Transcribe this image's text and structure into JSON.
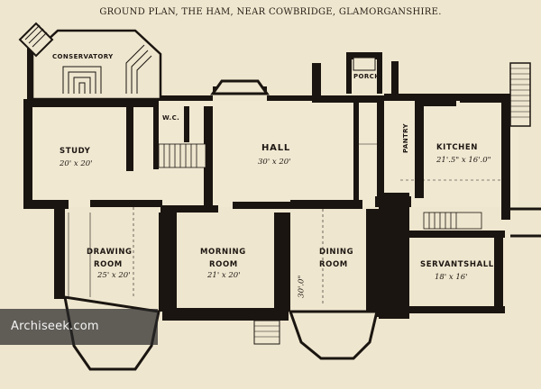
{
  "title": "GROUND PLAN, THE HAM, NEAR COWBRIDGE, GLAMORGANSHIRE.",
  "rooms": {
    "conservatory": {
      "name": "CONSERVATORY"
    },
    "wc": {
      "name": "W.C."
    },
    "porch": {
      "name": "PORCH"
    },
    "study": {
      "name": "STUDY",
      "dim": "20' x 20'"
    },
    "hall": {
      "name": "HALL",
      "dim": "30' x 20'"
    },
    "pantry": {
      "name": "PANTRY"
    },
    "kitchen": {
      "name": "KITCHEN",
      "dim": "21'.5\" x 16'.0\""
    },
    "drawing": {
      "name_line1": "DRAWING",
      "name_line2": "ROOM",
      "dim": "25' x 20'"
    },
    "morning": {
      "name_line1": "MORNING",
      "name_line2": "ROOM",
      "dim": "21' x 20'"
    },
    "dining": {
      "name_line1": "DINING",
      "name_line2": "ROOM",
      "dim": "30'.0\""
    },
    "servants": {
      "name": "SERVANTSHALL",
      "dim": "18' x 16'"
    }
  },
  "watermark": {
    "text": "Archiseek.com"
  },
  "colors": {
    "paper": "#efe6cf",
    "ink": "#1d1712",
    "wall": "#1a1510"
  }
}
